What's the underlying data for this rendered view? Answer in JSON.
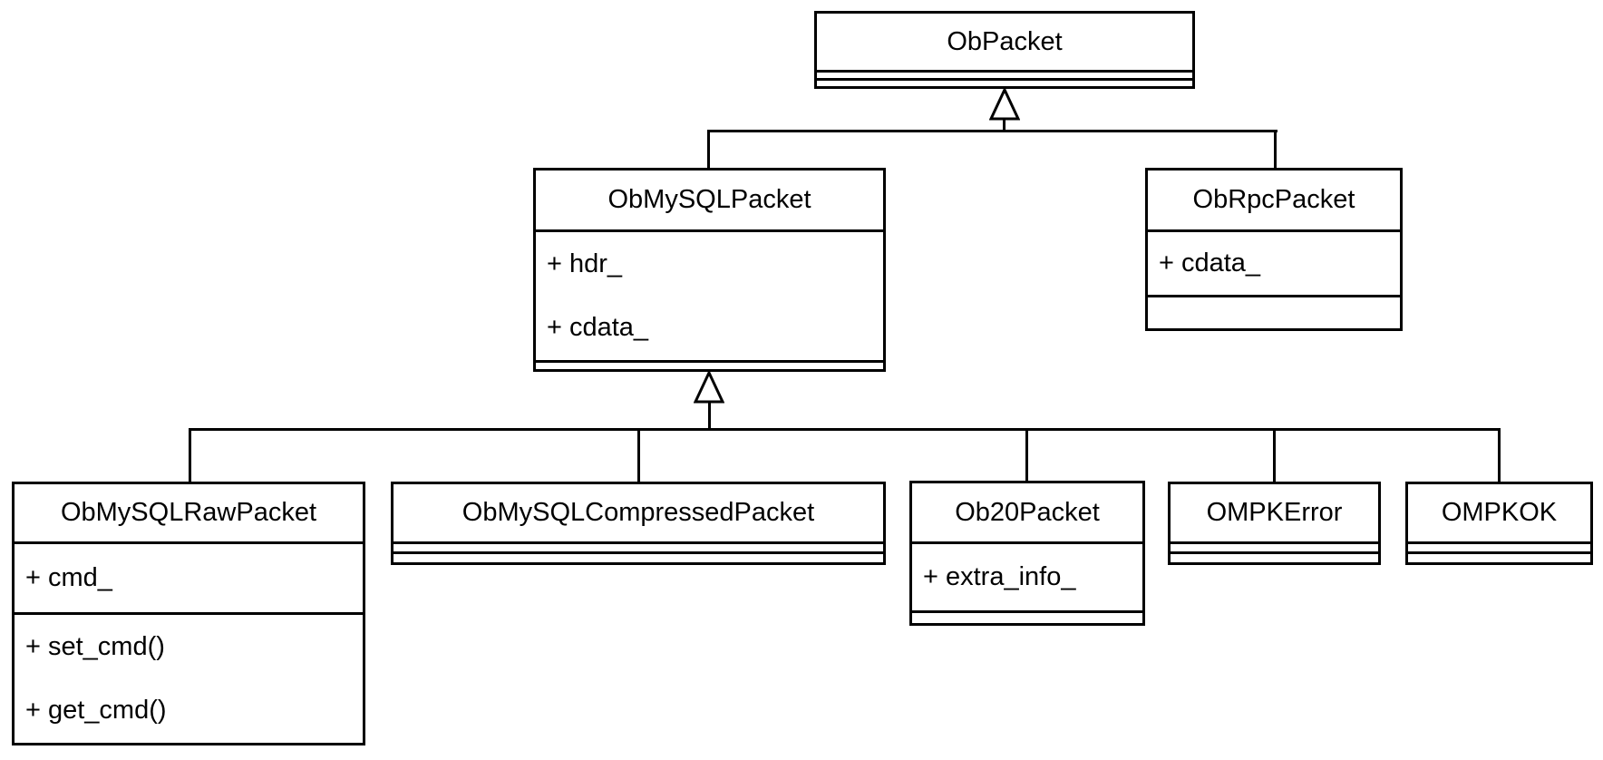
{
  "diagram": {
    "type": "uml_class_diagram",
    "colors": {
      "stroke": "#000000",
      "fill": "#ffffff",
      "text": "#000000"
    },
    "classes": {
      "obpacket": {
        "name": "ObPacket",
        "attributes": [],
        "methods": []
      },
      "obmysqlpacket": {
        "name": "ObMySQLPacket",
        "attributes": [
          "+ hdr_",
          "+ cdata_"
        ],
        "methods": []
      },
      "obrpcpacket": {
        "name": "ObRpcPacket",
        "attributes": [
          "+ cdata_"
        ],
        "methods": []
      },
      "obmysqlrawpacket": {
        "name": "ObMySQLRawPacket",
        "attributes": [
          "+ cmd_"
        ],
        "methods": [
          "+ set_cmd()",
          "+ get_cmd()"
        ]
      },
      "obmysqlcompressedpacket": {
        "name": "ObMySQLCompressedPacket",
        "attributes": [],
        "methods": []
      },
      "ob20packet": {
        "name": "Ob20Packet",
        "attributes": [
          "+ extra_info_"
        ],
        "methods": []
      },
      "ompkerror": {
        "name": "OMPKError",
        "attributes": [],
        "methods": []
      },
      "ompkok": {
        "name": "OMPKOK",
        "attributes": [],
        "methods": []
      }
    },
    "relationships": [
      {
        "type": "generalization",
        "parent": "ObPacket",
        "children": [
          "ObMySQLPacket",
          "ObRpcPacket"
        ]
      },
      {
        "type": "generalization",
        "parent": "ObMySQLPacket",
        "children": [
          "ObMySQLRawPacket",
          "ObMySQLCompressedPacket",
          "Ob20Packet",
          "OMPKError",
          "OMPKOK"
        ]
      }
    ]
  }
}
